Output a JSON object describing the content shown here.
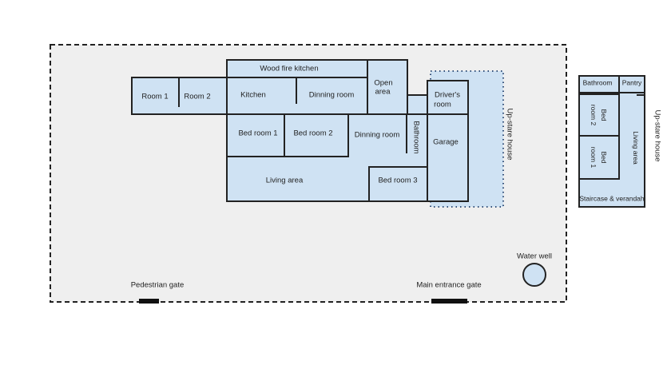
{
  "colors": {
    "room_fill": "#cfe2f3",
    "yard_fill": "#efefef",
    "wall": "#222222"
  },
  "main_house": {
    "room1": "Room 1",
    "room2": "Room 2",
    "wood_fire_kitchen": "Wood fire kitchen",
    "kitchen": "Kitchen",
    "dinning_room_top": "Dinning room",
    "open_area_1": "Open",
    "open_area_2": "area",
    "drivers_room_1": "Driver's",
    "drivers_room_2": "room",
    "bed_room_1": "Bed room 1",
    "bed_room_2": "Bed room 2",
    "dinning_room": "Dinning room",
    "bathroom": "Bathroom",
    "garage": "Garage",
    "living_area": "Living area",
    "bed_room_3": "Bed room 3",
    "upstare_house": "Up-stare house"
  },
  "yard": {
    "pedestrian_gate": "Pedestrian gate",
    "main_entrance_gate": "Main entrance gate",
    "water_well": "Water well"
  },
  "upstairs": {
    "bathroom": "Bathroom",
    "pantry": "Pantry",
    "bed_room_2_a": "Bed",
    "bed_room_2_b": "room 2",
    "bed_room_1_a": "Bed",
    "bed_room_1_b": "room 1",
    "living_area": "Living area",
    "staircase": "Staircase & verandah",
    "title": "Up-stare house"
  }
}
